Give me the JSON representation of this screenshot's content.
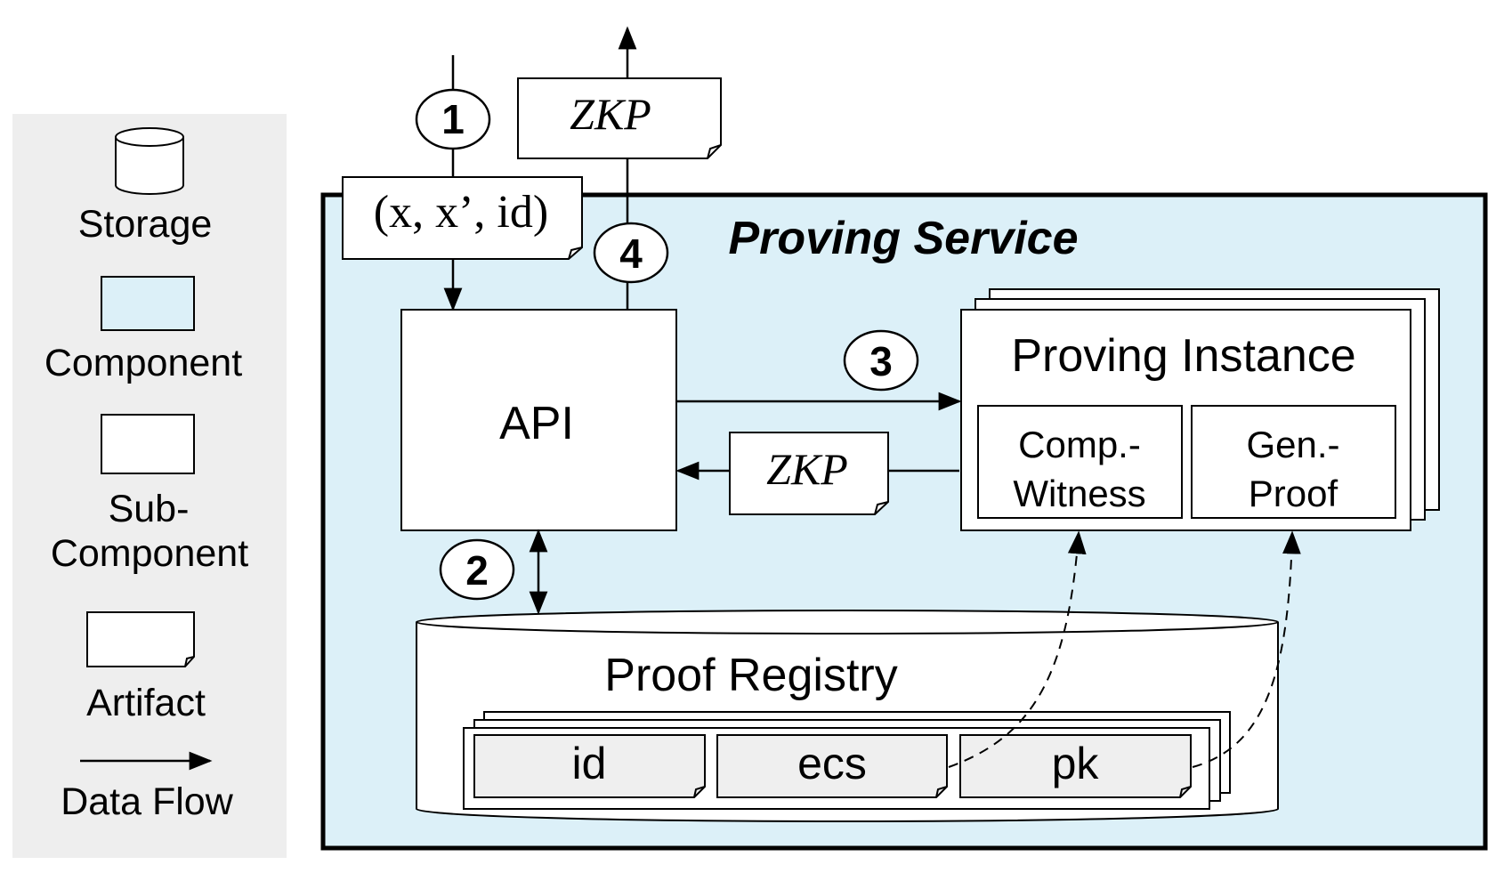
{
  "colors": {
    "component_fill": "#dcf0f8",
    "legend_bg": "#eeeeee",
    "artifact_fill": "#efefef",
    "stroke": "#000000",
    "white": "#ffffff"
  },
  "legend": {
    "storage": "Storage",
    "component": "Component",
    "subcomponent_line1": "Sub-",
    "subcomponent_line2": "Component",
    "artifact": "Artifact",
    "data_flow": "Data Flow"
  },
  "service": {
    "title": "Proving Service"
  },
  "api": {
    "label": "API"
  },
  "instance": {
    "title": "Proving Instance",
    "witness_line1": "Comp.-",
    "witness_line2": "Witness",
    "proof_line1": "Gen.-",
    "proof_line2": "Proof"
  },
  "registry": {
    "title": "Proof Registry",
    "fields": [
      "id",
      "ecs",
      "pk"
    ]
  },
  "artifacts": {
    "input": "(x, x’, id)",
    "zkp_out": "ZKP",
    "zkp_return": "ZKP"
  },
  "steps": [
    "1",
    "2",
    "3",
    "4"
  ]
}
